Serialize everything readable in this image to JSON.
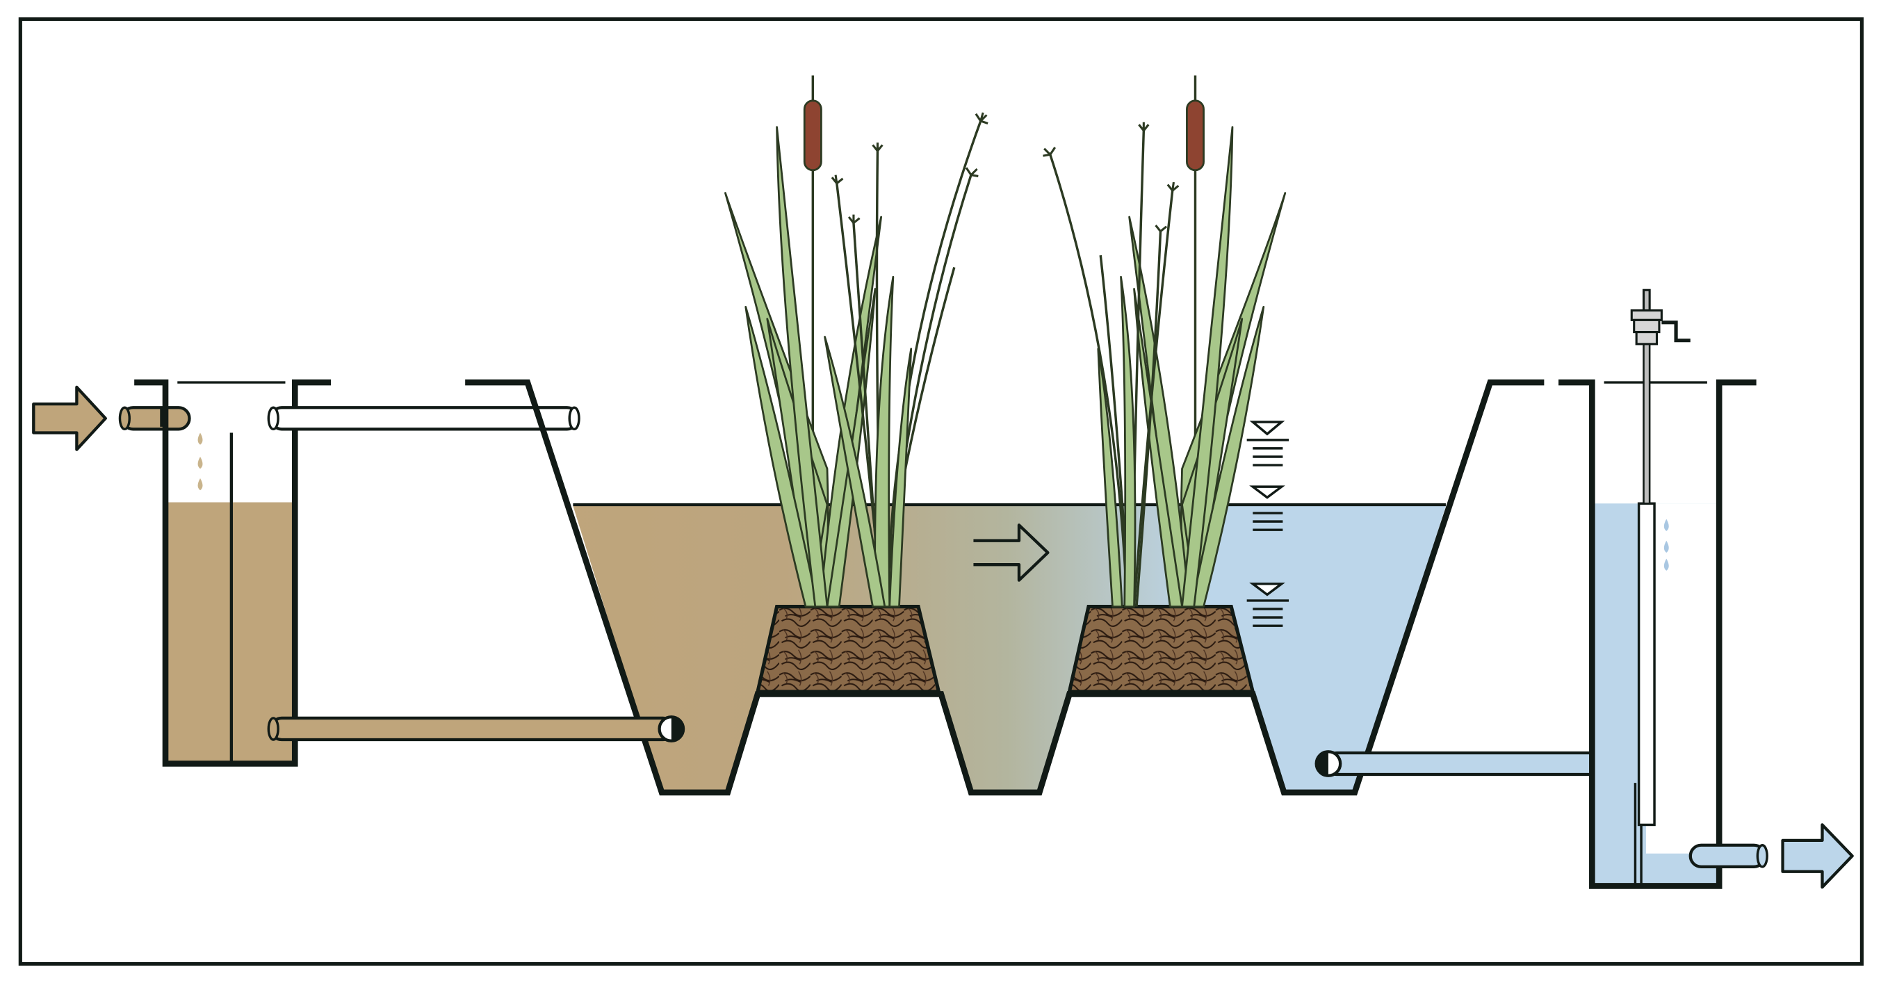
{
  "diagram": {
    "kind": "floating treatment wetland process schematic",
    "labels": [],
    "colors": {
      "outline": "#111a16",
      "raw_water": "#bfa57b",
      "treated_water": "#bcd6ea",
      "drops_raw": "#c9b48c",
      "drops_treated": "#a9c7e2",
      "leaf": "#a8c78a",
      "leaf_edge": "#2c3a22",
      "cattail_head": "#8e4431",
      "root_mat": "#7a5a3c",
      "pipe_white": "#ffffff",
      "valve_grey": "#bdbdbd"
    },
    "icons": [
      "inflow-arrow-icon",
      "flow-direction-arrow-icon",
      "outflow-arrow-icon",
      "water-level-marker-icon",
      "gate-valve-icon",
      "cattail-plant-icon",
      "rush-plant-icon"
    ],
    "components": [
      "inlet-pipe",
      "settling-chamber",
      "overflow-pipe",
      "transfer-pipe",
      "wetland-basin",
      "floating-mat-left",
      "floating-mat-right",
      "outlet-pipe",
      "outlet-chamber",
      "adjustable-weir",
      "discharge-pipe"
    ]
  }
}
